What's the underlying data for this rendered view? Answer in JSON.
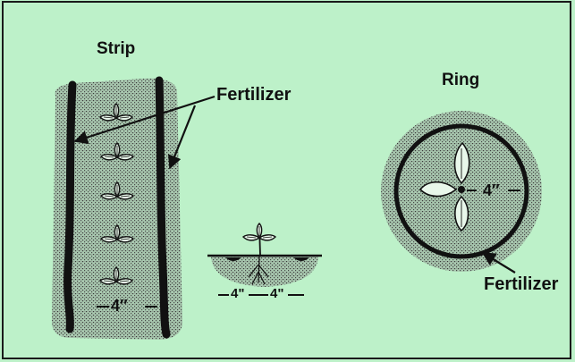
{
  "labels": {
    "strip": "Strip",
    "ring": "Ring",
    "fertilizer_top": "Fertilizer",
    "fertilizer_bottom": "Fertilizer"
  },
  "dimensions": {
    "strip_gap": "4″",
    "side_left": "4\"",
    "side_right": "4\"",
    "ring_radius": "4″"
  },
  "colors": {
    "background": "#bdf1c9",
    "soil_stipple": "#7f8a80",
    "ink": "#111111"
  },
  "icons": [
    "seedling-icon",
    "arrow-icon",
    "fertilizer-band-icon"
  ]
}
